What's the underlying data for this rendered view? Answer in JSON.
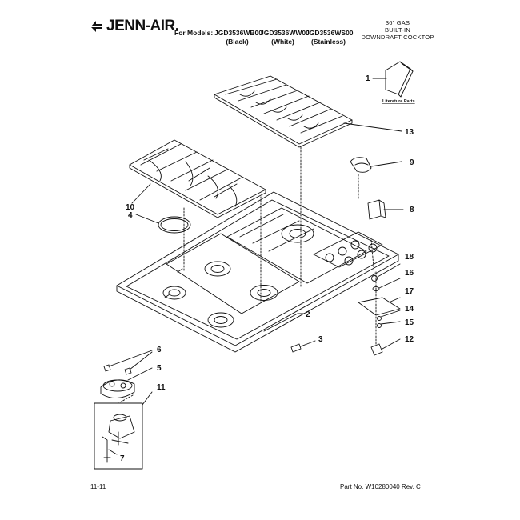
{
  "header": {
    "brand": "JENN-AIR.",
    "models_label": "For Models:",
    "models": [
      {
        "number": "JGD3536WB00",
        "color": "(Black)"
      },
      {
        "number": "JGD3536WW00",
        "color": "(White)"
      },
      {
        "number": "JGD3536WS00",
        "color": "(Stainless)"
      }
    ],
    "title_lines": [
      "36\" GAS",
      "BUILT-IN",
      "DOWNDRAFT COCKTOP"
    ]
  },
  "diagram": {
    "callouts": [
      "1",
      "13",
      "9",
      "10",
      "4",
      "8",
      "18",
      "16",
      "17",
      "2",
      "14",
      "15",
      "3",
      "12",
      "6",
      "5",
      "11",
      "7"
    ],
    "literature_label": "Literature Parts"
  },
  "footer": {
    "left": "11-11",
    "right": "Part No. W10280040 Rev. C"
  },
  "colors": {
    "ink": "#111111",
    "background": "#ffffff"
  }
}
